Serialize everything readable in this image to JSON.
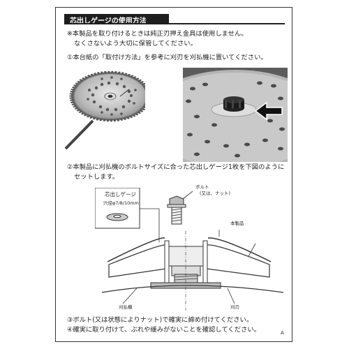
{
  "header": {
    "title": "芯出しゲージの使用方法"
  },
  "note": {
    "line1": "※本製品を取り付けるときは純正刃押え金具は使用しません。",
    "line2": "なくさないよう大切に保管してください。"
  },
  "steps": {
    "step1": "①本台紙の「取付け方法」を参考に刈刃を刈払機に置いてください。",
    "step2_line1": "②本製品に刈払機のボルトサイズに合った芯出しゲージ1枚を下図のように",
    "step2_line2": "セットします。",
    "step3": "③ボルト(又は状態によりナット)で確実に締め付けてください。",
    "step4": "④確実に取り付けて、ぶれや緩みがないことを確認してください。"
  },
  "diagram": {
    "gauge_label": "芯出しゲージ",
    "gauge_sizes": "穴径φ7/8/10mm",
    "bolt_label": "ボルト",
    "bolt_sub": "(又は、ナット)",
    "product_label": "本製品",
    "machine_label": "刈払機",
    "blade_label": "刈刃"
  },
  "footer": {
    "page_mark": "A"
  },
  "colors": {
    "title_bg": "#1e1e1e",
    "text": "#222222",
    "photo_bg": "#5c5c5c"
  }
}
